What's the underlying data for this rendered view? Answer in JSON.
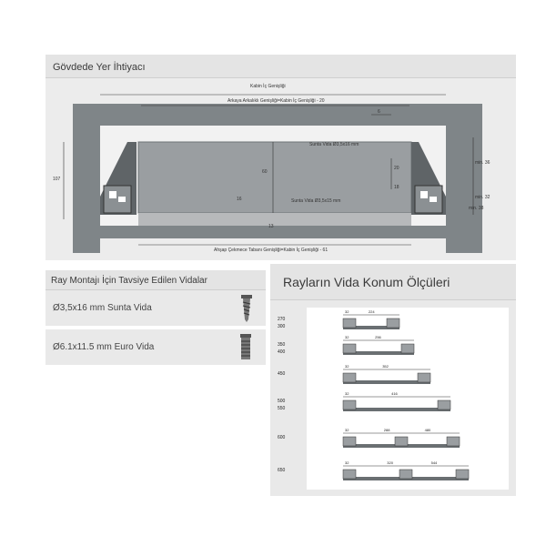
{
  "top_section": {
    "title": "Gövdede Yer İhtiyacı",
    "dims": {
      "inner_width": "Kabin İç Genişliği",
      "front_frame": "Arkaya Arkalıklı Genişliği=Kabin İç Genişliği - 20",
      "side_6": "6",
      "screw_note": "Sunta Vida Ø3,5x16 mm",
      "h60": "60",
      "h20": "20",
      "h18": "18",
      "min36_top": "min. 36",
      "min32": "min. 32",
      "min38": "min. 38",
      "h16": "16",
      "sunta_vida_2": "Sunta Vida Ø3,5x15 mm",
      "h13": "13",
      "left_height": "107",
      "bottom_dim": "Ahşap Çekmece Tabanı Genişliği=Kabin İç Genişliği - 61"
    }
  },
  "screws_section": {
    "title": "Ray Montajı İçin Tavsiye Edilen Vidalar",
    "items": [
      {
        "label": "Ø3,5x16 mm Sunta Vida",
        "icon": "wood-screw-icon"
      },
      {
        "label": "Ø6.1x11.5 mm Euro Vida",
        "icon": "euro-screw-icon"
      }
    ]
  },
  "positions_section": {
    "title": "Rayların Vida Konum Ölçüleri",
    "rows": [
      {
        "lengths": [
          "270",
          "300"
        ],
        "dims": [
          "32",
          "224"
        ]
      },
      {
        "lengths": [
          "350",
          "400"
        ],
        "dims": [
          "32",
          "256"
        ]
      },
      {
        "lengths": [
          "450"
        ],
        "dims": [
          "32",
          "352"
        ]
      },
      {
        "lengths": [
          "500",
          "550"
        ],
        "dims": [
          "32",
          "416"
        ]
      },
      {
        "lengths": [
          "600"
        ],
        "dims": [
          "32",
          "288",
          "480"
        ]
      },
      {
        "lengths": [
          "650"
        ],
        "dims": [
          "32",
          "320",
          "544"
        ]
      }
    ]
  },
  "colors": {
    "header_bg": "#e4e4e4",
    "panel_bg": "#ececec",
    "cabinet_gray": "#7f8588",
    "drawer_gray": "#b7b9bb"
  }
}
